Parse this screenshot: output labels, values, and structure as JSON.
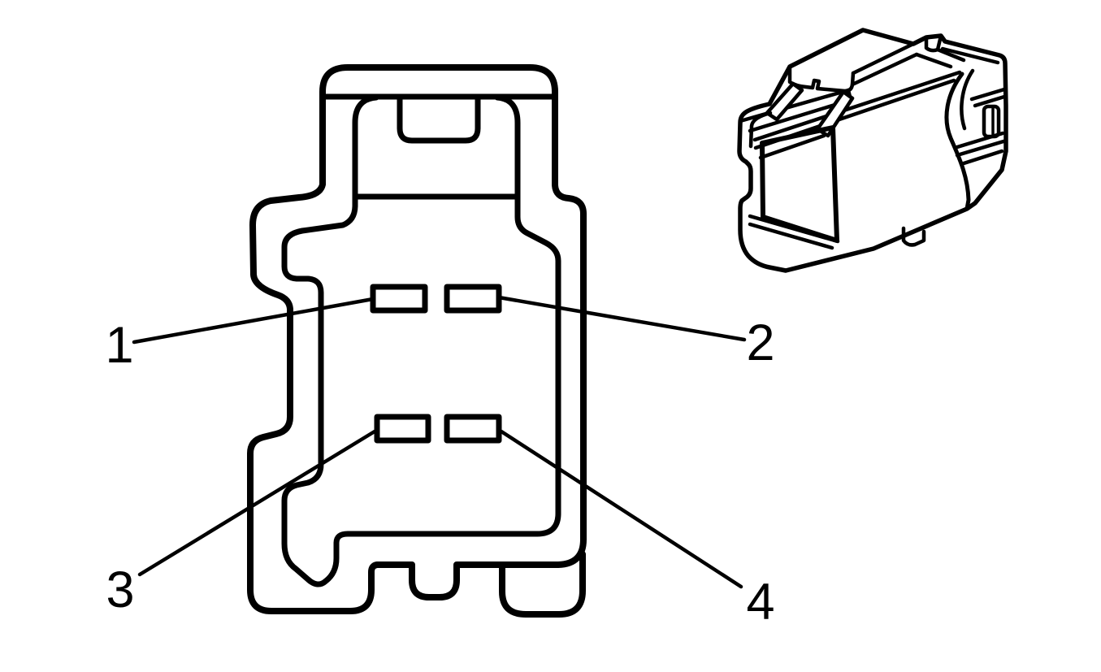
{
  "figure": {
    "kind": "connector-pinout-line-drawing",
    "background_color": "#ffffff",
    "ink_color": "#000000"
  },
  "callouts": [
    {
      "label": "1",
      "terminal": "top-left-cavity"
    },
    {
      "label": "2",
      "terminal": "top-right-cavity"
    },
    {
      "label": "3",
      "terminal": "bottom-left-cavity"
    },
    {
      "label": "4",
      "terminal": "bottom-right-cavity"
    }
  ]
}
